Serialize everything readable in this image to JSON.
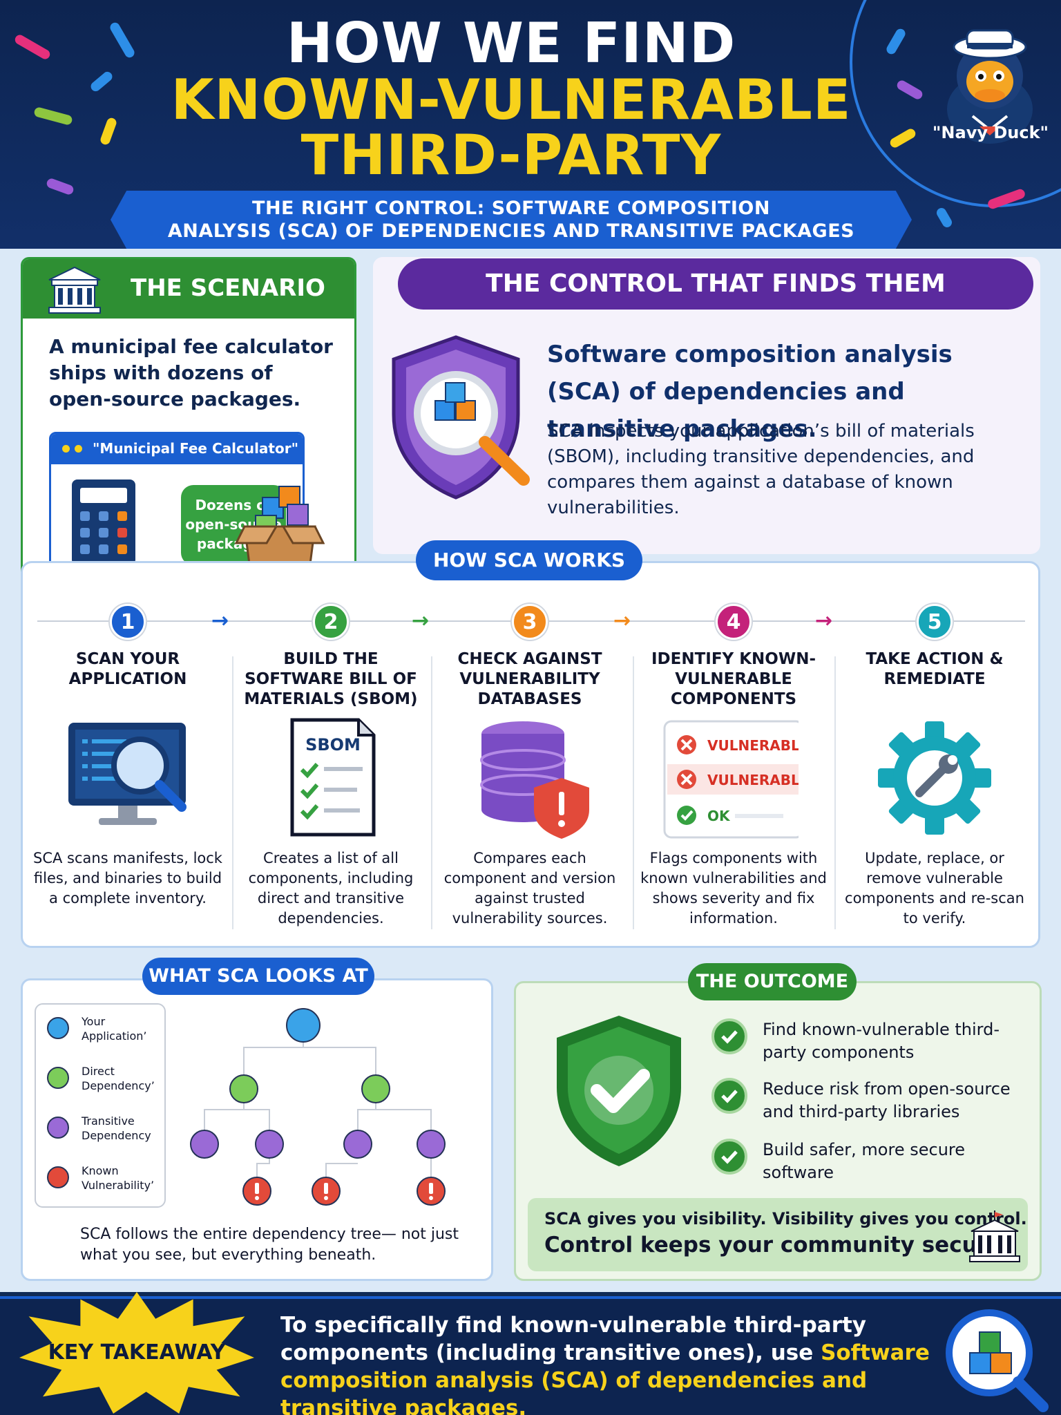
{
  "header": {
    "title_line1": "HOW WE FIND",
    "title_line2": "KNOWN-VULNERABLE",
    "title_line3": "THIRD-PARTY COMPONENTS",
    "subtitle_line1": "THE RIGHT CONTROL: SOFTWARE COMPOSITION",
    "subtitle_line2": "ANALYSIS (SCA) OF DEPENDENCIES AND TRANSITIVE PACKAGES",
    "mascot_label": "\"Navy Duck\""
  },
  "scenario": {
    "heading": "THE SCENARIO",
    "text": "A municipal fee calculator ships with dozens of open-source packages.",
    "app_title": "\"Municipal Fee Calculator\"",
    "packages_label": "Dozens of open-source packages"
  },
  "control": {
    "heading": "THE CONTROL THAT FINDS THEM",
    "title": "Software composition analysis (SCA) of dependencies and transitive packages.",
    "description": "SCA inspects your application’s bill of materials (SBOM), including transitive dependencies, and compares them against a database of known vulnerabilities."
  },
  "works": {
    "heading": "HOW SCA WORKS",
    "steps": [
      {
        "number": "1",
        "title": "SCAN YOUR APPLICATION",
        "description": "SCA scans manifests, lock files, and binaries to build a complete inventory.",
        "color": "#1a5fd0"
      },
      {
        "number": "2",
        "title": "BUILD THE SOFTWARE BILL OF MATERIALS (SBOM)",
        "description": "Creates a list of all components, including direct and transitive dependencies.",
        "color": "#36a141"
      },
      {
        "number": "3",
        "title": "CHECK AGAINST VULNERABILITY DATABASES",
        "description": "Compares each component and version against trusted vulnerability sources.",
        "color": "#f28a1c"
      },
      {
        "number": "4",
        "title": "IDENTIFY KNOWN-VULNERABLE COMPONENTS",
        "description": "Flags components with known vulnerabilities and shows severity and fix information.",
        "color": "#c4227a"
      },
      {
        "number": "5",
        "title": "TAKE ACTION & REMEDIATE",
        "description": "Update, replace, or remove vulnerable components and re-scan to verify.",
        "color": "#17a6b8"
      }
    ],
    "sbom_label": "SBOM",
    "status_vulnerable": "VULNERABLE",
    "status_ok": "OK"
  },
  "looks": {
    "heading": "WHAT SCA LOOKS AT",
    "legend": [
      {
        "label": "Your Application’",
        "color": "#3aa3e8"
      },
      {
        "label": "Direct Dependency’",
        "color": "#7ccc5a"
      },
      {
        "label": "Transitive Dependency",
        "color": "#9a6ad6"
      },
      {
        "label": "Known Vulnerability’",
        "color": "#e24a3a"
      }
    ],
    "caption": "SCA follows the entire dependency tree— not just what you see, but everything beneath."
  },
  "outcome": {
    "heading": "THE OUTCOME",
    "items": [
      "Find known-vulnerable third-party components",
      "Reduce risk from open-source and third-party libraries",
      "Build safer, more secure software"
    ],
    "banner_line1": "SCA gives you visibility. Visibility gives you control.",
    "banner_line2": "Control keeps your community secure."
  },
  "takeaway": {
    "label": "KEY TAKEAWAY",
    "text_part1": "To specifically find known-vulnerable third-party components (including transitive ones), use ",
    "text_highlight": "Software composition analysis (SCA) of dependencies and transitive packages."
  },
  "colors": {
    "navy": "#0d2450",
    "yellow": "#f7d21b",
    "blue": "#1a5fd0",
    "green": "#2e8f33",
    "purple": "#5b2a9e",
    "red": "#e24a3a"
  }
}
